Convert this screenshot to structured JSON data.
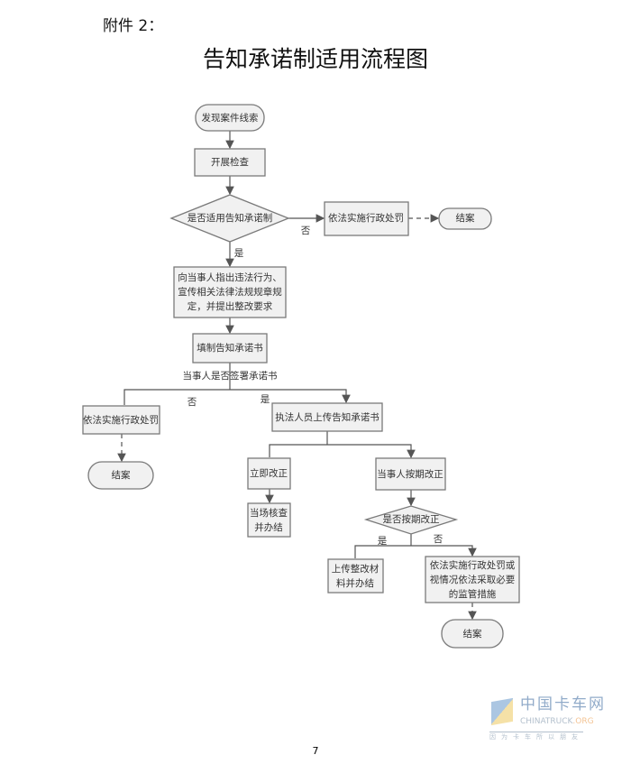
{
  "header": {
    "attachment": "附件 2：",
    "title": "告知承诺制适用流程图"
  },
  "flow": {
    "start": "发现案件线索",
    "inspect": "开展检查",
    "decision_apply": "是否适用告知承诺制",
    "no_label_1": "否",
    "yes_label_1": "是",
    "penalty_1": "依法实施行政处罚",
    "close_1": "结案",
    "notify": [
      "向当事人指出违法行为、",
      "宣传相关法律法规规章规",
      "定，并提出整改要求"
    ],
    "fill_form": "填制告知承诺书",
    "decision_sign": "当事人是否签署承诺书",
    "no_label_2": "否",
    "yes_label_2": "是",
    "penalty_2": "依法实施行政处罚",
    "close_2": "结案",
    "upload_commitment": "执法人员上传告知承诺书",
    "immediate_fix": "立即改正",
    "onsite_check": [
      "当场核查",
      "并办结"
    ],
    "fix_on_time": "当事人按期改正",
    "decision_ontime": "是否按期改正",
    "yes_label_3": "是",
    "no_label_3": "否",
    "upload_materials": [
      "上传整改材",
      "料并办结"
    ],
    "penalty_3": [
      "依法实施行政处罚或",
      "视情况依法采取必要",
      "的监管措施"
    ],
    "close_3": "结案"
  },
  "footer": {
    "page_number": "7"
  },
  "watermark": {
    "name_cn": "中国卡车网",
    "name_en": "CHINATRUCK",
    "name_tld": ".ORG",
    "slogan": "因为卡车所以朋友"
  }
}
